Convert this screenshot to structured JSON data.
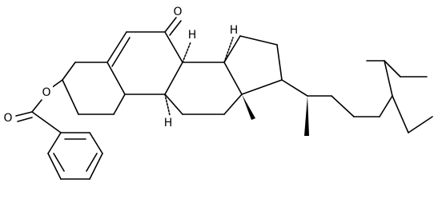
{
  "structure": {
    "atom_labels": {
      "ketone_oxygen": "O",
      "ester_oxygen": "O",
      "carbonyl_oxygen": "O",
      "h_c8": "H",
      "h_c9": "H",
      "h_c14": "H"
    }
  }
}
